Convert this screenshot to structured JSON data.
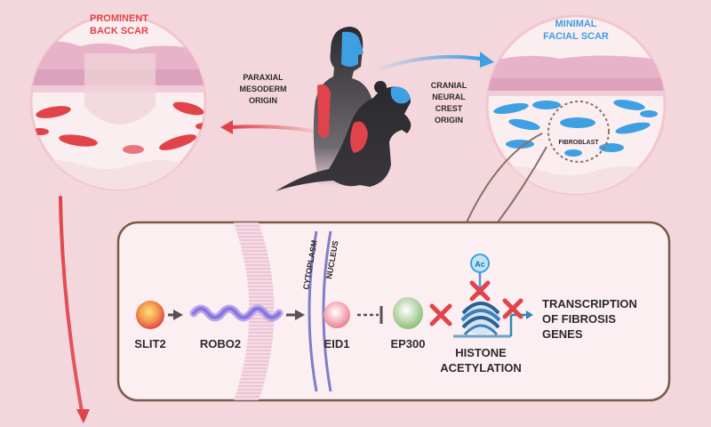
{
  "colors": {
    "background": "#f3d7dc",
    "scar_red": "#e0444a",
    "neural_blue": "#3f9fe3",
    "panel_border": "#7a5a4c",
    "silhouette": "#2b2a2e"
  },
  "left_circle": {
    "title_line1": "PROMINENT",
    "title_line2": "BACK SCAR"
  },
  "right_circle": {
    "title_line1": "MINIMAL",
    "title_line2": "FACIAL SCAR",
    "fibroblast_label": "FIBROBLAST"
  },
  "origins": {
    "left": {
      "line1": "PARAXIAL",
      "line2": "MESODERM",
      "line3": "ORIGIN"
    },
    "right": {
      "line1": "CRANIAL",
      "line2": "NEURAL",
      "line3": "CREST",
      "line4": "ORIGIN"
    }
  },
  "pathway": {
    "cytoplasm": "CYTOPLASM",
    "nucleus": "NUCLEUS",
    "slit2": "SLIT2",
    "robo2": "ROBO2",
    "eid1": "EID1",
    "ep300": "EP300",
    "acetyl": "Ac",
    "histone_line1": "HISTONE",
    "histone_line2": "ACETYLATION",
    "transcription_line1": "TRANSCRIPTION",
    "transcription_line2": "OF FIBROSIS",
    "transcription_line3": "GENES"
  }
}
